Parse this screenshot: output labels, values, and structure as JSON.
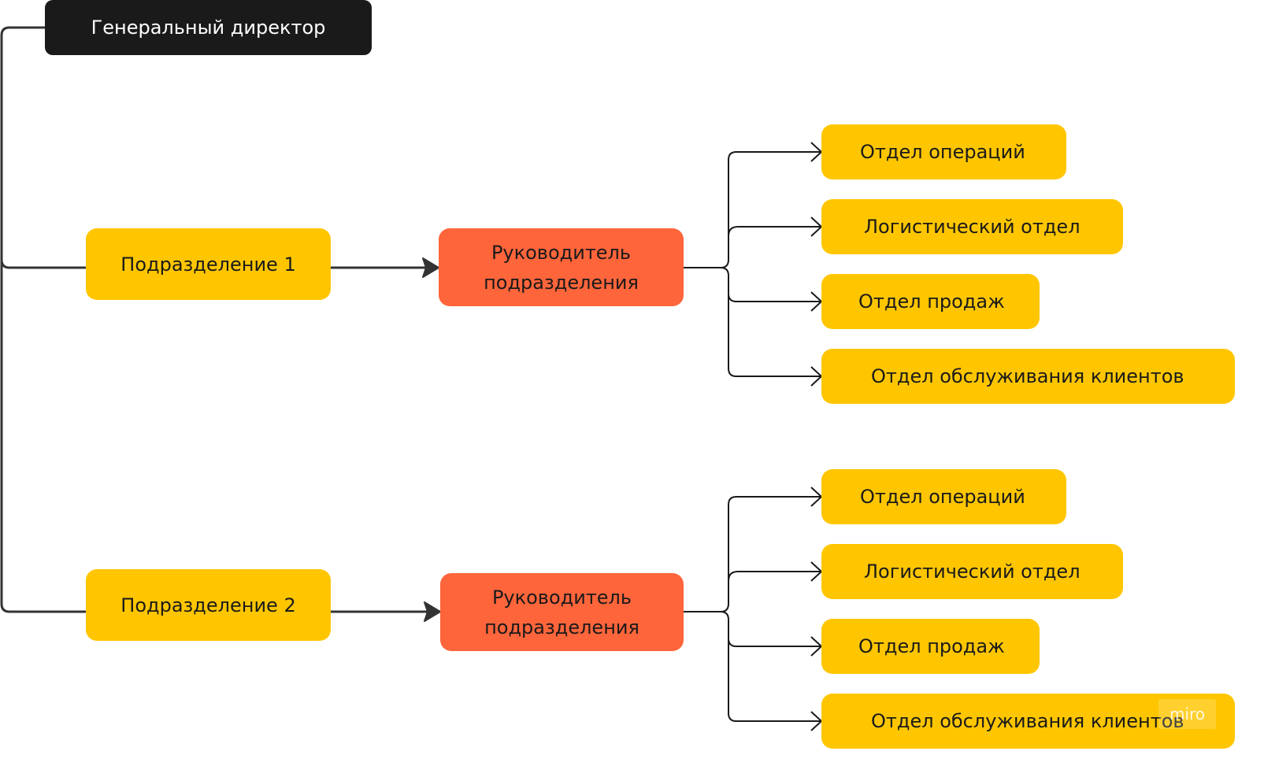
{
  "colors": {
    "ceo_fill": "#1a1a1a",
    "ceo_text": "#ffffff",
    "division_fill": "#ffc600",
    "head_fill": "#ff653b",
    "department_fill": "#ffc600",
    "trunk_connector": "#333333",
    "branch_connector": "#1a1a1a"
  },
  "ceo": {
    "label": "Генеральный директор"
  },
  "divisions": [
    {
      "label": "Подразделение 1",
      "head": {
        "label": "Руководитель\nподразделения"
      },
      "departments": [
        {
          "label": "Отдел операций"
        },
        {
          "label": "Логистический отдел"
        },
        {
          "label": "Отдел продаж"
        },
        {
          "label": "Отдел обслуживания клиентов"
        }
      ]
    },
    {
      "label": "Подразделение 2",
      "head": {
        "label": "Руководитель\nподразделения"
      },
      "departments": [
        {
          "label": "Отдел операций"
        },
        {
          "label": "Логистический отдел"
        },
        {
          "label": "Отдел продаж"
        },
        {
          "label": "Отдел обслуживания клиентов"
        }
      ]
    }
  ],
  "watermark": {
    "label": "miro"
  }
}
